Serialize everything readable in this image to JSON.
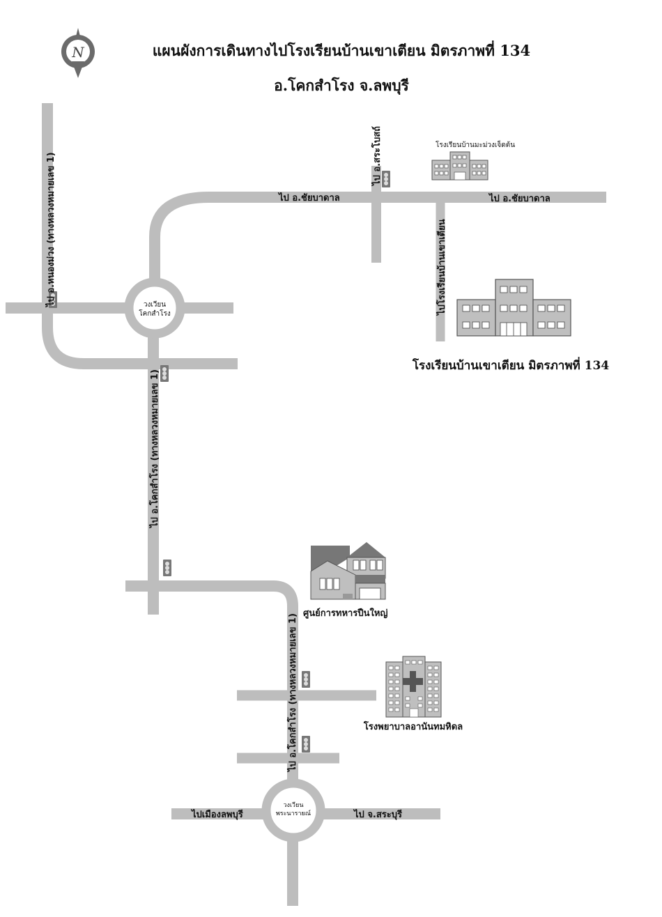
{
  "title": {
    "line1": "แผนผังการเดินทางไปโรงเรียนบ้านเขาเตียน มิตรภาพที่ 134",
    "line2": "อ.โคกสำโรง  จ.ลพบุรี"
  },
  "compass": {
    "letter": "N"
  },
  "roundabouts": {
    "top": {
      "line1": "วงเวียน",
      "line2": "โคกสำโรง"
    },
    "bottom": {
      "line1": "วงเวียน",
      "line2": "พระนารายณ์"
    }
  },
  "roads": {
    "left_vertical": "ไป อ.หนองม่วง (ทางหลวงหมายเลข 1)",
    "sarabot": "ไป อ.สระโบสถ์",
    "chaibadan_left": "ไป อ.ชัยบาดาล",
    "chaibadan_right": "ไป อ.ชัยบาดาล",
    "school_road": "ไปโรงเรียนบ้านเขาเตียน",
    "middle_vertical": "ไป อ.โคกสำโรง (ทางหลวงหมายเลข 1)",
    "lower_vertical": "ไป อ.โคกสำโรง (ทางหลวงหมายเลข 1)",
    "muang_lopburi": "ไปเมืองลพบุรี",
    "saraburi": "ไป จ.สระบุรี"
  },
  "landmarks": {
    "school_mamuang": "โรงเรียนบ้านมะม่วงเจ็ดต้น",
    "school_main": "โรงเรียนบ้านเขาเตียน มิตรภาพที่ 134",
    "artillery_center": "ศูนย์การทหารปืนใหญ่",
    "hospital": "โรงพยาบาลอานันทมหิดล"
  },
  "colors": {
    "road": "#bdbdbd",
    "building": "#bfbfbf",
    "building_outline": "#555555",
    "roof": "#777777",
    "traffic_light": "#777777"
  }
}
